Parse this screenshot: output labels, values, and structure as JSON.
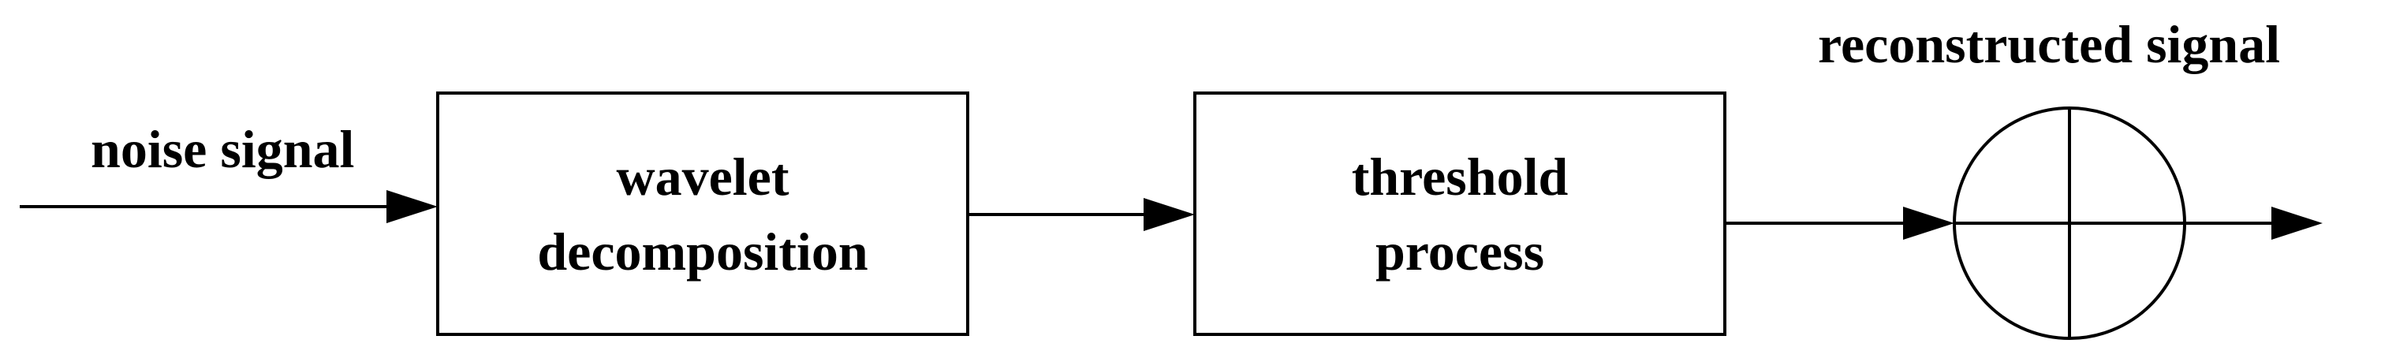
{
  "input_label": "noise signal",
  "blocks": [
    {
      "lines": [
        "wavelet",
        "decomposition"
      ]
    },
    {
      "lines": [
        "threshold",
        "process"
      ]
    }
  ],
  "output_label": "reconstructed signal"
}
